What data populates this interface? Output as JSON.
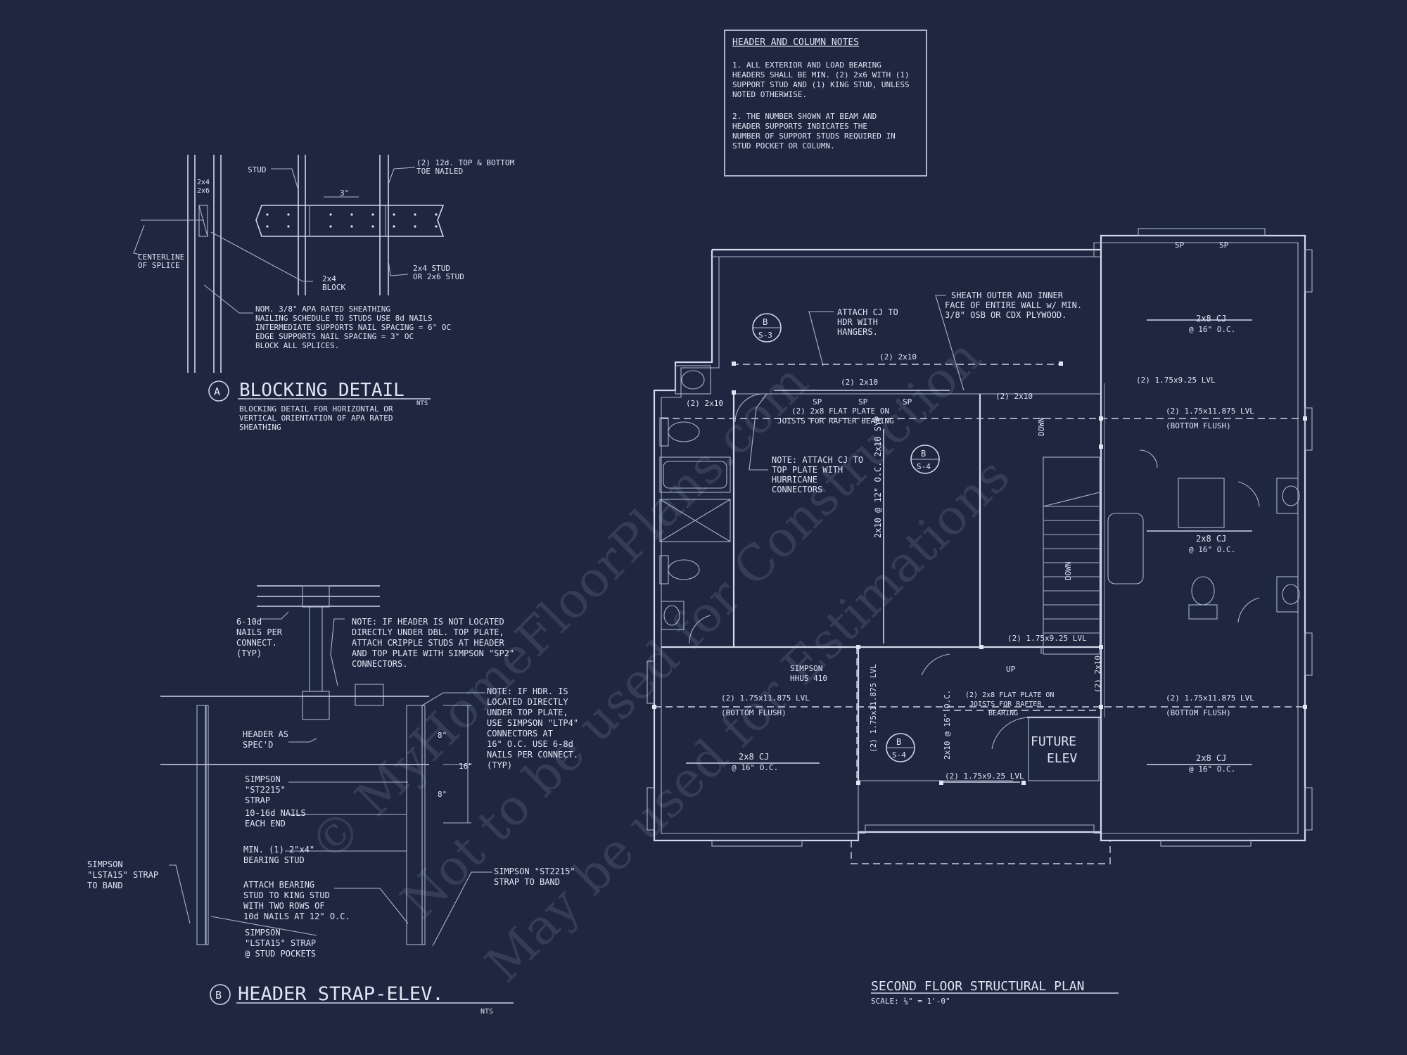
{
  "colors": {
    "background": "#1f2640",
    "linework": "#d4daea",
    "text": "#dfe5f2"
  },
  "header_notes": {
    "title": "HEADER AND COLUMN NOTES",
    "n1": [
      "1. ALL EXTERIOR AND LOAD BEARING",
      "HEADERS SHALL BE MIN. (2) 2x6 WITH (1)",
      "SUPPORT STUD AND (1) KING STUD, UNLESS",
      "NOTED OTHERWISE."
    ],
    "n2": [
      "2. THE NUMBER SHOWN AT BEAM AND",
      "HEADER SUPPORTS INDICATES THE",
      "NUMBER OF SUPPORT STUDS REQUIRED IN",
      "STUD POCKET OR COLUMN."
    ]
  },
  "blocking": {
    "title": "BLOCKING DETAIL",
    "mark": "A",
    "scale": "NTS",
    "desc": [
      "BLOCKING DETAIL FOR HORIZONTAL OR",
      "VERTICAL ORIENTATION OF APA RATED",
      "SHEATHING"
    ],
    "stud": "STUD",
    "dim": "3\"",
    "nails": [
      "(2) 12d. TOP & BOTTOM",
      "TOE NAILED"
    ],
    "size": [
      "2x4",
      "2x6"
    ],
    "centerline": [
      "CENTERLINE",
      "OF SPLICE"
    ],
    "block": [
      "2x4",
      "BLOCK"
    ],
    "stud2": [
      "2x4 STUD",
      "OR 2x6 STUD"
    ],
    "sheathing": [
      "NOM. 3/8\" APA RATED SHEATHING",
      "NAILING SCHEDULE TO STUDS USE 8d NAILS",
      "INTERMEDIATE SUPPORTS NAIL SPACING = 6\" OC",
      "EDGE SUPPORTS NAIL SPACING = 3\" OC",
      "BLOCK ALL SPLICES."
    ]
  },
  "strap": {
    "title": "HEADER STRAP-ELEV.",
    "mark": "B",
    "scale": "NTS",
    "nails6": [
      "6-10d",
      "NAILS PER",
      "CONNECT.",
      "(TYP)"
    ],
    "note1": [
      "NOTE: IF HEADER IS NOT LOCATED",
      "DIRECTLY UNDER DBL. TOP PLATE,",
      "ATTACH CRIPPLE STUDS AT HEADER",
      "AND TOP PLATE WITH SIMPSON \"SP2\"",
      "CONNECTORS."
    ],
    "note2": [
      "NOTE: IF HDR. IS",
      "LOCATED DIRECTLY",
      "UNDER TOP PLATE,",
      "USE SIMPSON \"LTP4\"",
      "CONNECTORS AT",
      "16\" O.C.  USE 6-8d",
      "NAILS PER CONNECT.",
      "(TYP)"
    ],
    "header": [
      "HEADER AS",
      "SPEC'D"
    ],
    "st2215": [
      "SIMPSON",
      "\"ST2215\"",
      "STRAP"
    ],
    "nails10": [
      "10-16d NAILS",
      "EACH END"
    ],
    "bearing": [
      "MIN. (1) 2\"x4\"",
      "BEARING STUD"
    ],
    "attach": [
      "ATTACH BEARING",
      "STUD TO KING STUD",
      "WITH TWO ROWS OF",
      "10d NAILS AT 12\" O.C."
    ],
    "lsta": [
      "SIMPSON",
      "\"LSTA15\" STRAP",
      "@ STUD POCKETS"
    ],
    "lsta_band": [
      "SIMPSON",
      "\"LSTA15\" STRAP",
      "TO BAND"
    ],
    "st_band": [
      "SIMPSON \"ST2215\"",
      "STRAP TO BAND"
    ],
    "dims": [
      "8\"",
      "16\"",
      "8\""
    ]
  },
  "plan": {
    "title": "SECOND FLOOR STRUCTURAL PLAN",
    "scale": "SCALE: ¼\" = 1'-0\"",
    "attach_cj": [
      "ATTACH CJ TO",
      "HDR WITH",
      "HANGERS."
    ],
    "sheath": [
      "SHEATH OUTER AND INNER",
      "FACE OF ENTIRE WALL w/ MIN.",
      "3/8\" OSB OR CDX PLYWOOD."
    ],
    "hurricane": [
      "NOTE: ATTACH CJ TO",
      "TOP PLATE WITH",
      "HURRICANE",
      "CONNECTORS"
    ],
    "flat_plate": [
      "(2) 2x8 FLAT PLATE ON",
      "JOISTS FOR RAFTER BEARING"
    ],
    "flat_plate2": [
      "(2) 2x8 FLAT PLATE ON",
      "JOISTS FOR RAFTER",
      "BEARING"
    ],
    "cj_center": "2x10 @ 12\" O.C. 2x10 SYP",
    "cj_2x8": [
      "2x8 CJ",
      "@ 16\" O.C."
    ],
    "lvl_a": "(2) 1.75x9.25 LVL",
    "lvl_b": "(2) 1.75x11.875 LVL",
    "flush": "(BOTTOM FLUSH)",
    "x2_10": "(2) 2x10",
    "hhus": [
      "SIMPSON",
      "HHUS 410"
    ],
    "future": [
      "FUTURE",
      "ELEV"
    ],
    "down": "DOWN",
    "up": "UP",
    "sp": "SP",
    "tag_b": "B",
    "tag_s3": "S-3",
    "tag_s4": "S-4",
    "vlvl": "(2) 1.75x11.875 LVL",
    "v2x10": "2x10 @ 16\" O.C.",
    "v2x10b": "(2) 2x10"
  },
  "watermark": [
    "© MyHomeFloorPlans.com",
    "Not to be used for Construction",
    "May be used for Estimations"
  ]
}
